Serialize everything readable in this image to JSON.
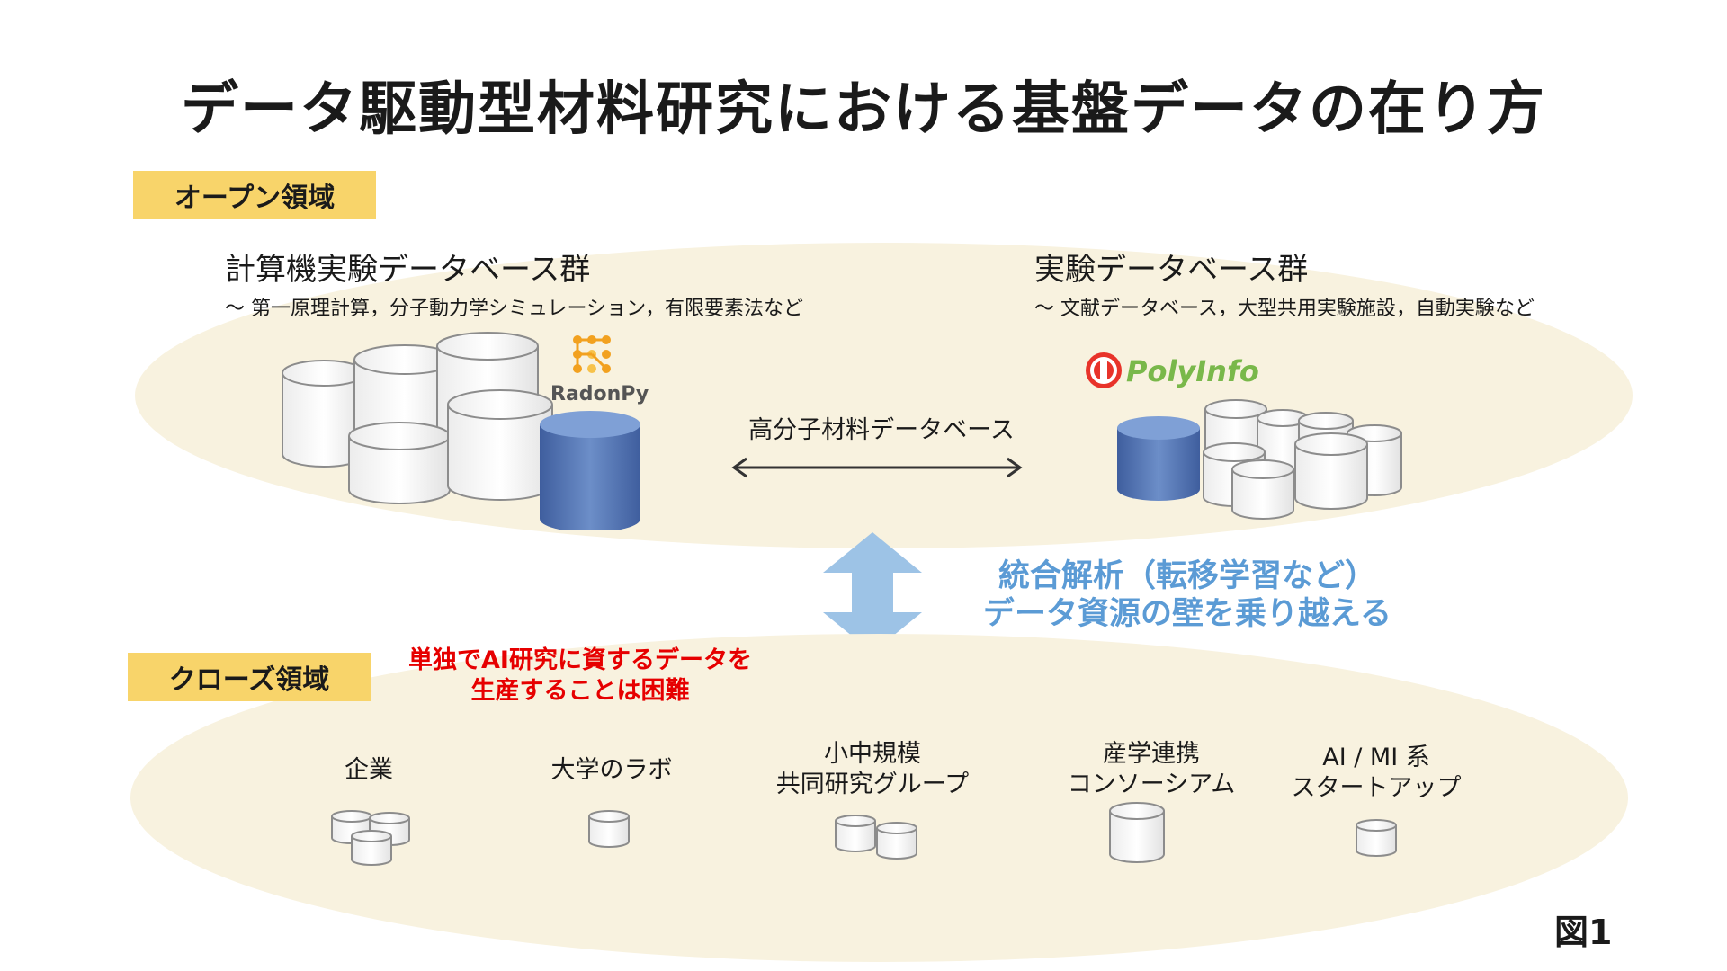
{
  "title": "データ駆動型材料研究における基盤データの在り方",
  "open_region": {
    "label": "オープン領域",
    "computational": {
      "heading": "計算機実験データベース群",
      "subtitle": "〜 第一原理計算，分子動力学シミュレーション，有限要素法など",
      "logo_text": "RadonPy"
    },
    "experimental": {
      "heading": "実験データベース群",
      "subtitle": "〜 文献データベース，大型共用実験施設，自動実験など",
      "logo_text": "PolyInfo"
    },
    "link_label": "高分子材料データベース"
  },
  "integration": {
    "line1": "統合解析（転移学習など）",
    "line2": "データ資源の壁を乗り越える"
  },
  "closed_region": {
    "label": "クローズ領域",
    "warning_line1": "単独でAI研究に資するデータを",
    "warning_line2": "生産することは困難",
    "groups": [
      {
        "line1": "企業",
        "line2": ""
      },
      {
        "line1": "大学のラボ",
        "line2": ""
      },
      {
        "line1": "小中規模",
        "line2": "共同研究グループ"
      },
      {
        "line1": "産学連携",
        "line2": "コンソーシアム"
      },
      {
        "line1": "AI / MI 系",
        "line2": "スタートアップ"
      }
    ]
  },
  "figure_label": "図1",
  "colors": {
    "label_bg": "#f8d46a",
    "ellipse_bg": "#f8f2df",
    "db_blue": "#4f6fad",
    "warning_red": "#e60000",
    "integration_blue": "#5b9bd5",
    "arrow_blue": "#9dc3e6"
  }
}
